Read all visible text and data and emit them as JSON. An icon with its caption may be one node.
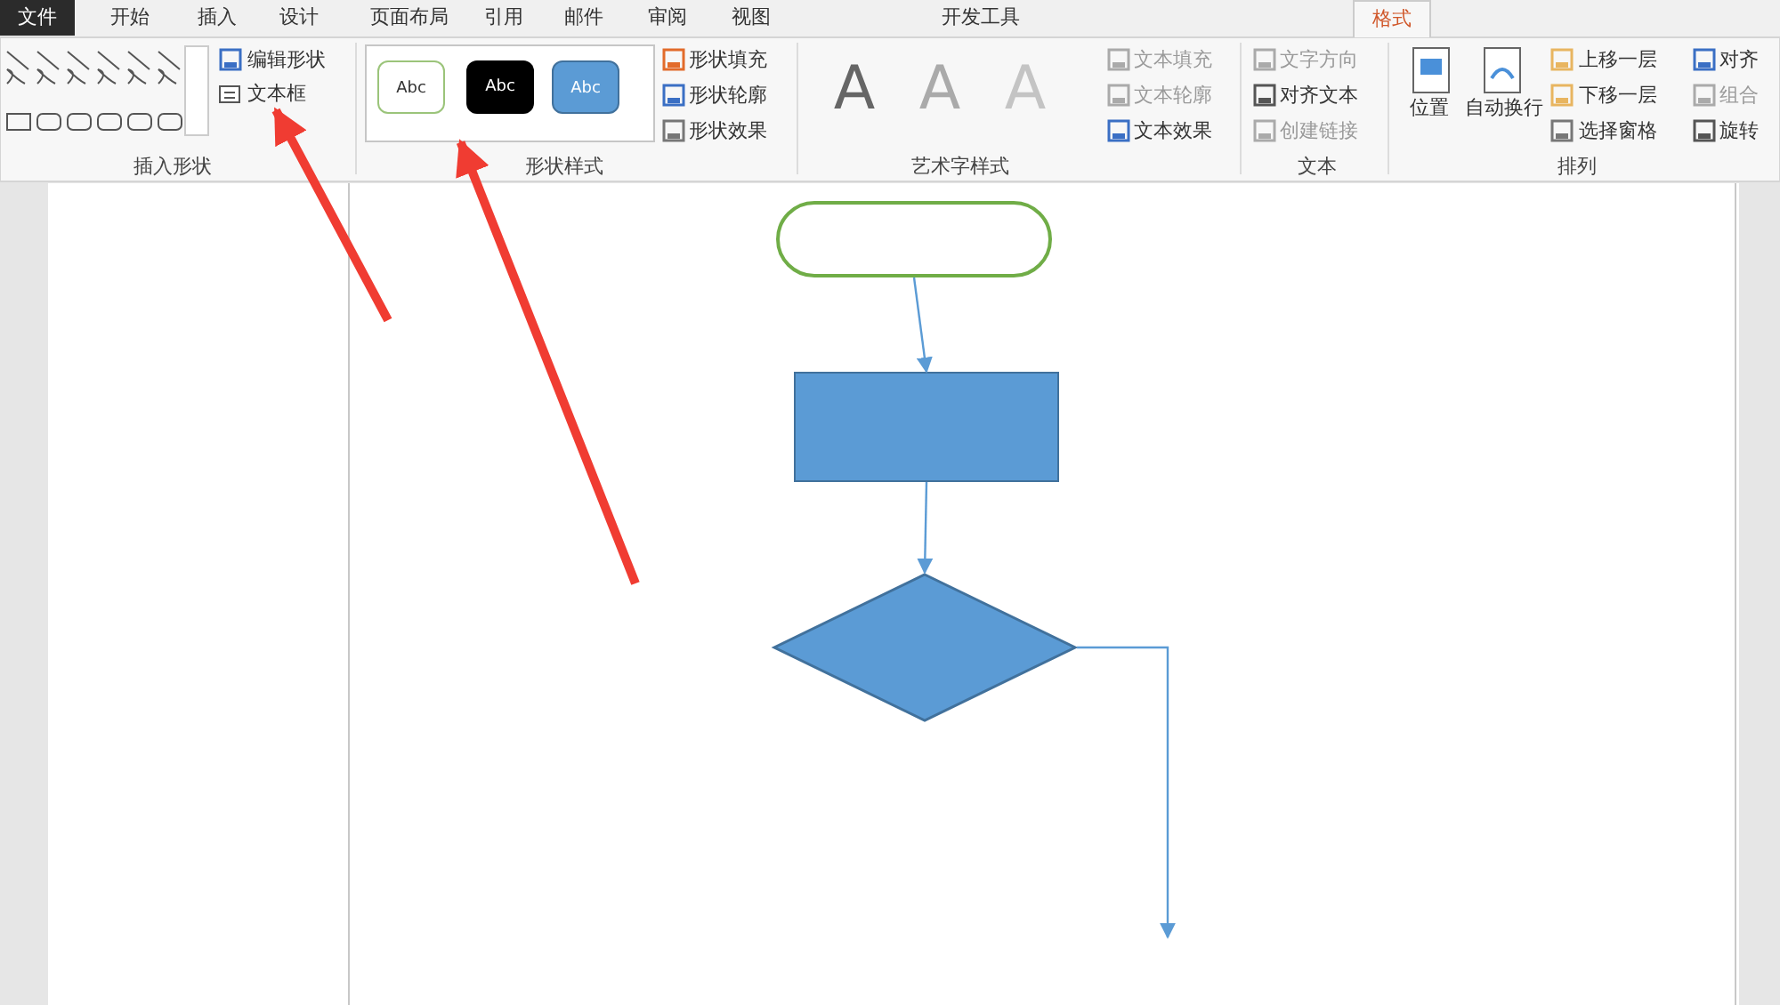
{
  "diagram": {
    "nodes": [
      {
        "text": [
          "文本框"
        ]
      },
      {
        "text": [],
        "shape": "box"
      },
      {
        "text": [],
        "shape": "box"
      },
      {
        "text": [],
        "shape": "box"
      },
      {
        "text": [],
        "shape": "diamond"
      }
    ],
    "edges": [
      {
        "from": null,
        "to": 0,
        "arrow": "to",
        "style": "thick",
        "color": "#f03c32"
      },
      {
        "from": null,
        "to": 1,
        "arrow": "to",
        "style": "thick",
        "color": "#f03c32"
      },
      {
        "from": 2,
        "to": 3,
        "arrow": "to"
      },
      {
        "from": 3,
        "to": 4,
        "arrow": "to"
      },
      {
        "from": 4,
        "to": null,
        "arrow": "to"
      }
    ],
    "labels": [
      "文件",
      "开始",
      "插入",
      "设计",
      "页面布局",
      "引用",
      "邮件",
      "审阅",
      "视图",
      "开发工具",
      "格式",
      "编辑形状",
      "Abc",
      "Abc",
      "Abc",
      "形状填充",
      "形状轮廓",
      "形状效果",
      "A",
      "A",
      "A",
      "文本填充",
      "文本轮廓",
      "文本效果",
      "文字方向",
      "对齐文本",
      "创建链接",
      "位置",
      "自动换行",
      "上移一层",
      "下移一层",
      "选择窗格",
      "对齐",
      "组合",
      "旋转",
      "插入形状",
      "形状样式",
      "艺术字样式",
      "文本",
      "排列"
    ]
  }
}
